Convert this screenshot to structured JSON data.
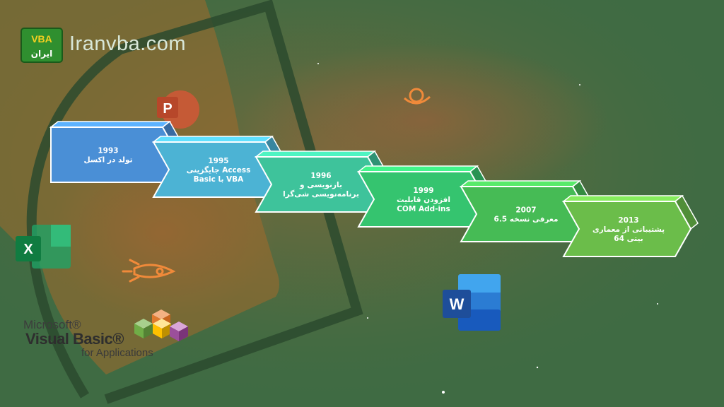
{
  "brand": {
    "logo_text": "VBA",
    "logo_subtext": "ایران",
    "site": "Iranvba.com"
  },
  "ms_logo": {
    "line1": "Microsoft®",
    "line2": "Visual Basic®",
    "line3": "for Applications"
  },
  "icons": {
    "powerpoint_letter": "P",
    "excel_letter": "X",
    "word_letter": "W"
  },
  "timeline": [
    {
      "year": "1993",
      "lines": [
        "تولد در اکسل"
      ],
      "color": "#4a8fd6"
    },
    {
      "year": "1995",
      "lines": [
        "جایگزینی Access",
        "Basic با VBA"
      ],
      "color": "#4cb3d4"
    },
    {
      "year": "1996",
      "lines": [
        "بازنویسی و",
        "برنامه‌نویسی شی‌گرا"
      ],
      "color": "#3ec39b"
    },
    {
      "year": "1999",
      "lines": [
        "افزودن قابلیت",
        "COM Add-ins"
      ],
      "color": "#35c46f"
    },
    {
      "year": "2007",
      "lines": [
        "معرفی نسخه 6.5"
      ],
      "color": "#46bb55"
    },
    {
      "year": "2013",
      "lines": [
        "پشتیبانی از معماری",
        "64 بیتی"
      ],
      "color": "#6bbd4a"
    }
  ]
}
